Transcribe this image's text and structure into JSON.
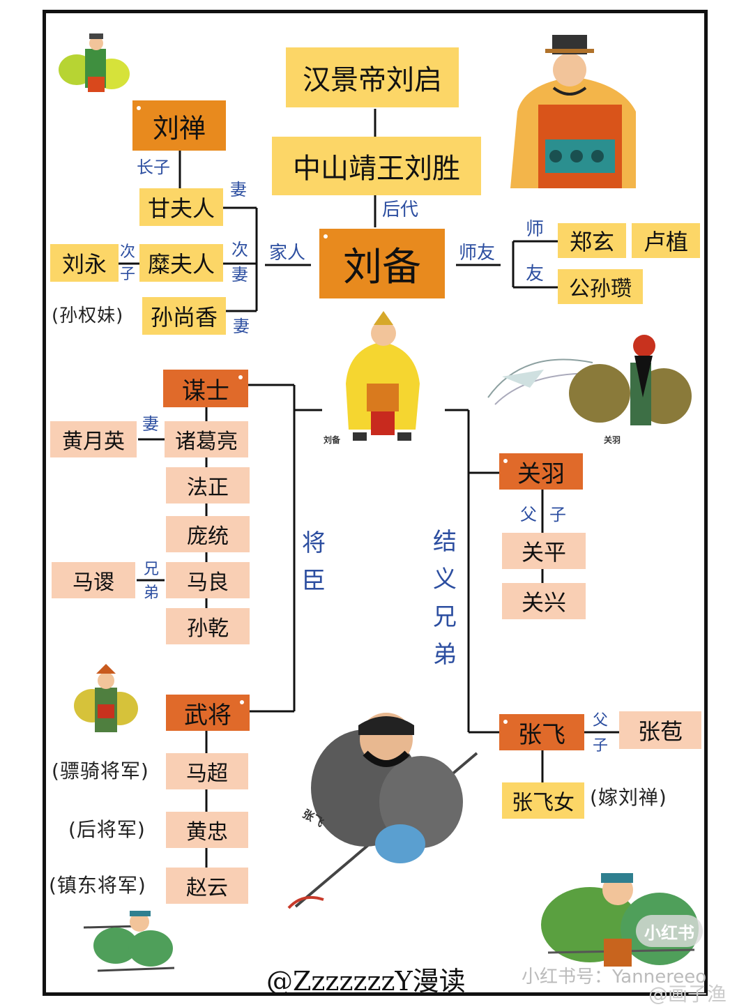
{
  "ancestors": {
    "emperor": "汉景帝刘启",
    "prince": "中山靖王刘胜",
    "descendant_label": "后代"
  },
  "center": {
    "name": "刘备",
    "figure_caption": "刘备"
  },
  "family": {
    "branch_label": "家人",
    "son": "刘禅",
    "son_relation": "长子",
    "wife1": "甘夫人",
    "wife1_relation": "妻",
    "wife2": "糜夫人",
    "wife2_relation": "次妻",
    "second_son": "刘永",
    "second_son_relation": "次子",
    "wife3": "孙尚香",
    "wife3_relation": "妻",
    "wife3_note": "(孙权妹)"
  },
  "mentors": {
    "branch_label": "师友",
    "teacher_label": "师",
    "friend_label": "友",
    "teacher1": "郑玄",
    "teacher2": "卢植",
    "friend1": "公孙瓒"
  },
  "officials": {
    "branch_label": "将臣",
    "advisors_title": "谋士",
    "zhuge": "诸葛亮",
    "zhuge_wife": "黄月英",
    "zhuge_wife_relation": "妻",
    "fazheng": "法正",
    "pangtong": "庞统",
    "maliang": "马良",
    "masu": "马谡",
    "masu_relation": "兄弟",
    "sunqian": "孙乾",
    "generals_title": "武将",
    "machao": "马超",
    "machao_note": "(骠骑将军)",
    "huangzhong": "黄忠",
    "huangzhong_note": "(后将军)",
    "zhaoyun": "赵云",
    "zhaoyun_note": "(镇东将军)"
  },
  "brothers": {
    "branch_label": "结义兄弟",
    "guanyu": "关羽",
    "guanyu_caption": "关羽",
    "guan_relation_father": "父",
    "guan_relation_son": "子",
    "guanping": "关平",
    "guanxing": "关兴",
    "zhangfei": "张飞",
    "zhangfei_caption": "张飞",
    "zhang_relation": "父子",
    "zhangbao": "张苞",
    "zhangfei_daughter": "张飞女",
    "daughter_note": "(嫁刘禅)"
  },
  "footer": {
    "credit": "@ZzzzzzzY漫读",
    "watermark1": "小红书号：Yannereeo",
    "watermark2": "@画子渔",
    "badge": "小红书"
  },
  "colors": {
    "yellow": "#fcd667",
    "orange": "#e88a1e",
    "dark_orange": "#e06a2a",
    "peach": "#f9cfb4",
    "label_blue": "#2c4ea0"
  }
}
